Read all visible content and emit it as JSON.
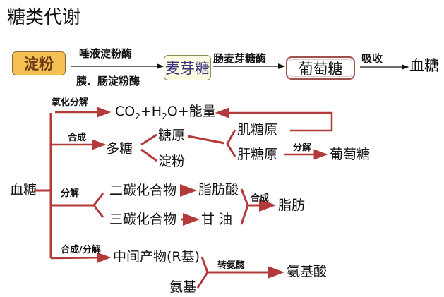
{
  "title": "糖类代谢",
  "colors": {
    "line": "#b23a3a",
    "starch_box": "#f5c053",
    "maltose_box": "#fdfbe2",
    "maltose_text": "#3b3480",
    "starch_text": "#6b3c16"
  },
  "digestion": {
    "starch": "淀粉",
    "enzyme_top": "唾液淀粉酶",
    "enzyme_bottom": "胰、肠淀粉酶",
    "maltose": "麦芽糖",
    "maltase": "肠麦芽糖酶",
    "glucose": "葡萄糖",
    "absorb": "吸收",
    "blood_sugar": "血糖"
  },
  "metabolism": {
    "blood_sugar": "血糖",
    "oxidation_label": "氧化分解",
    "co2": "CO",
    "co2_sub": "2",
    "h2o": "+H",
    "h2o_sub": "2",
    "energy": "O+能量",
    "synthesis_label": "合成",
    "polysaccharide": "多糖",
    "glycogen": "糖原",
    "starch": "淀粉",
    "muscle_glycogen": "肌糖原",
    "liver_glycogen": "肝糖原",
    "decompose_label": "分解",
    "glucose": "葡萄糖",
    "decompose_label2": "分解",
    "two_carbon": "二碳化合物",
    "three_carbon": "三碳化合物",
    "fatty_acid": "脂肪酸",
    "glycerol": "甘 油",
    "synthesis_label2": "合成",
    "fat": "脂肪",
    "synth_decomp_label": "合成/分解",
    "intermediate": "中间产物(R基)",
    "amino_group": "氨基",
    "transaminase": "转氨酶",
    "amino_acid": "氨基酸"
  }
}
